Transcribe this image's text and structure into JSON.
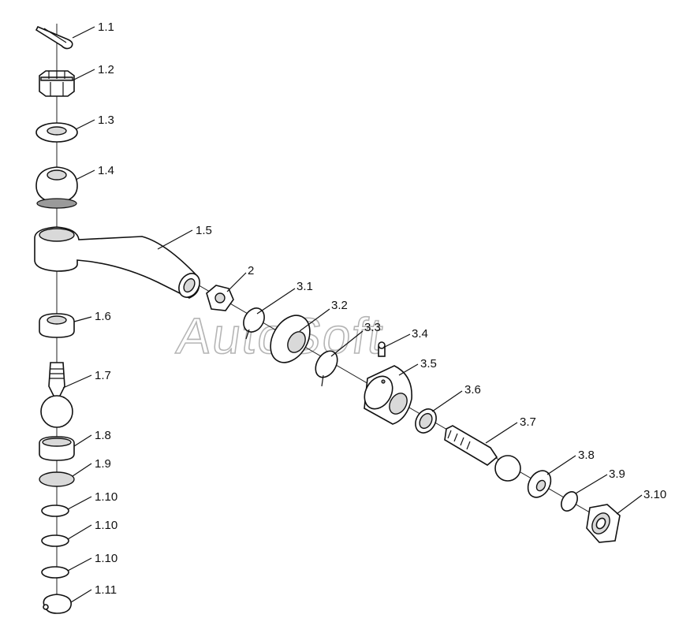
{
  "watermark": "AutoSoft",
  "labels": {
    "l1_1": "1.1",
    "l1_2": "1.2",
    "l1_3": "1.3",
    "l1_4": "1.4",
    "l1_5": "1.5",
    "l1_6": "1.6",
    "l1_7": "1.7",
    "l1_8": "1.8",
    "l1_9": "1.9",
    "l1_10a": "1.10",
    "l1_10b": "1.10",
    "l1_10c": "1.10",
    "l1_11": "1.11",
    "l2": "2",
    "l3_1": "3.1",
    "l3_2": "3.2",
    "l3_3": "3.3",
    "l3_4": "3.4",
    "l3_5": "3.5",
    "l3_6": "3.6",
    "l3_7": "3.7",
    "l3_8": "3.8",
    "l3_9": "3.9",
    "l3_10": "3.10"
  },
  "colors": {
    "line": "#111111",
    "watermark": "#b5b5b5",
    "shade": "#d9d9d9"
  }
}
